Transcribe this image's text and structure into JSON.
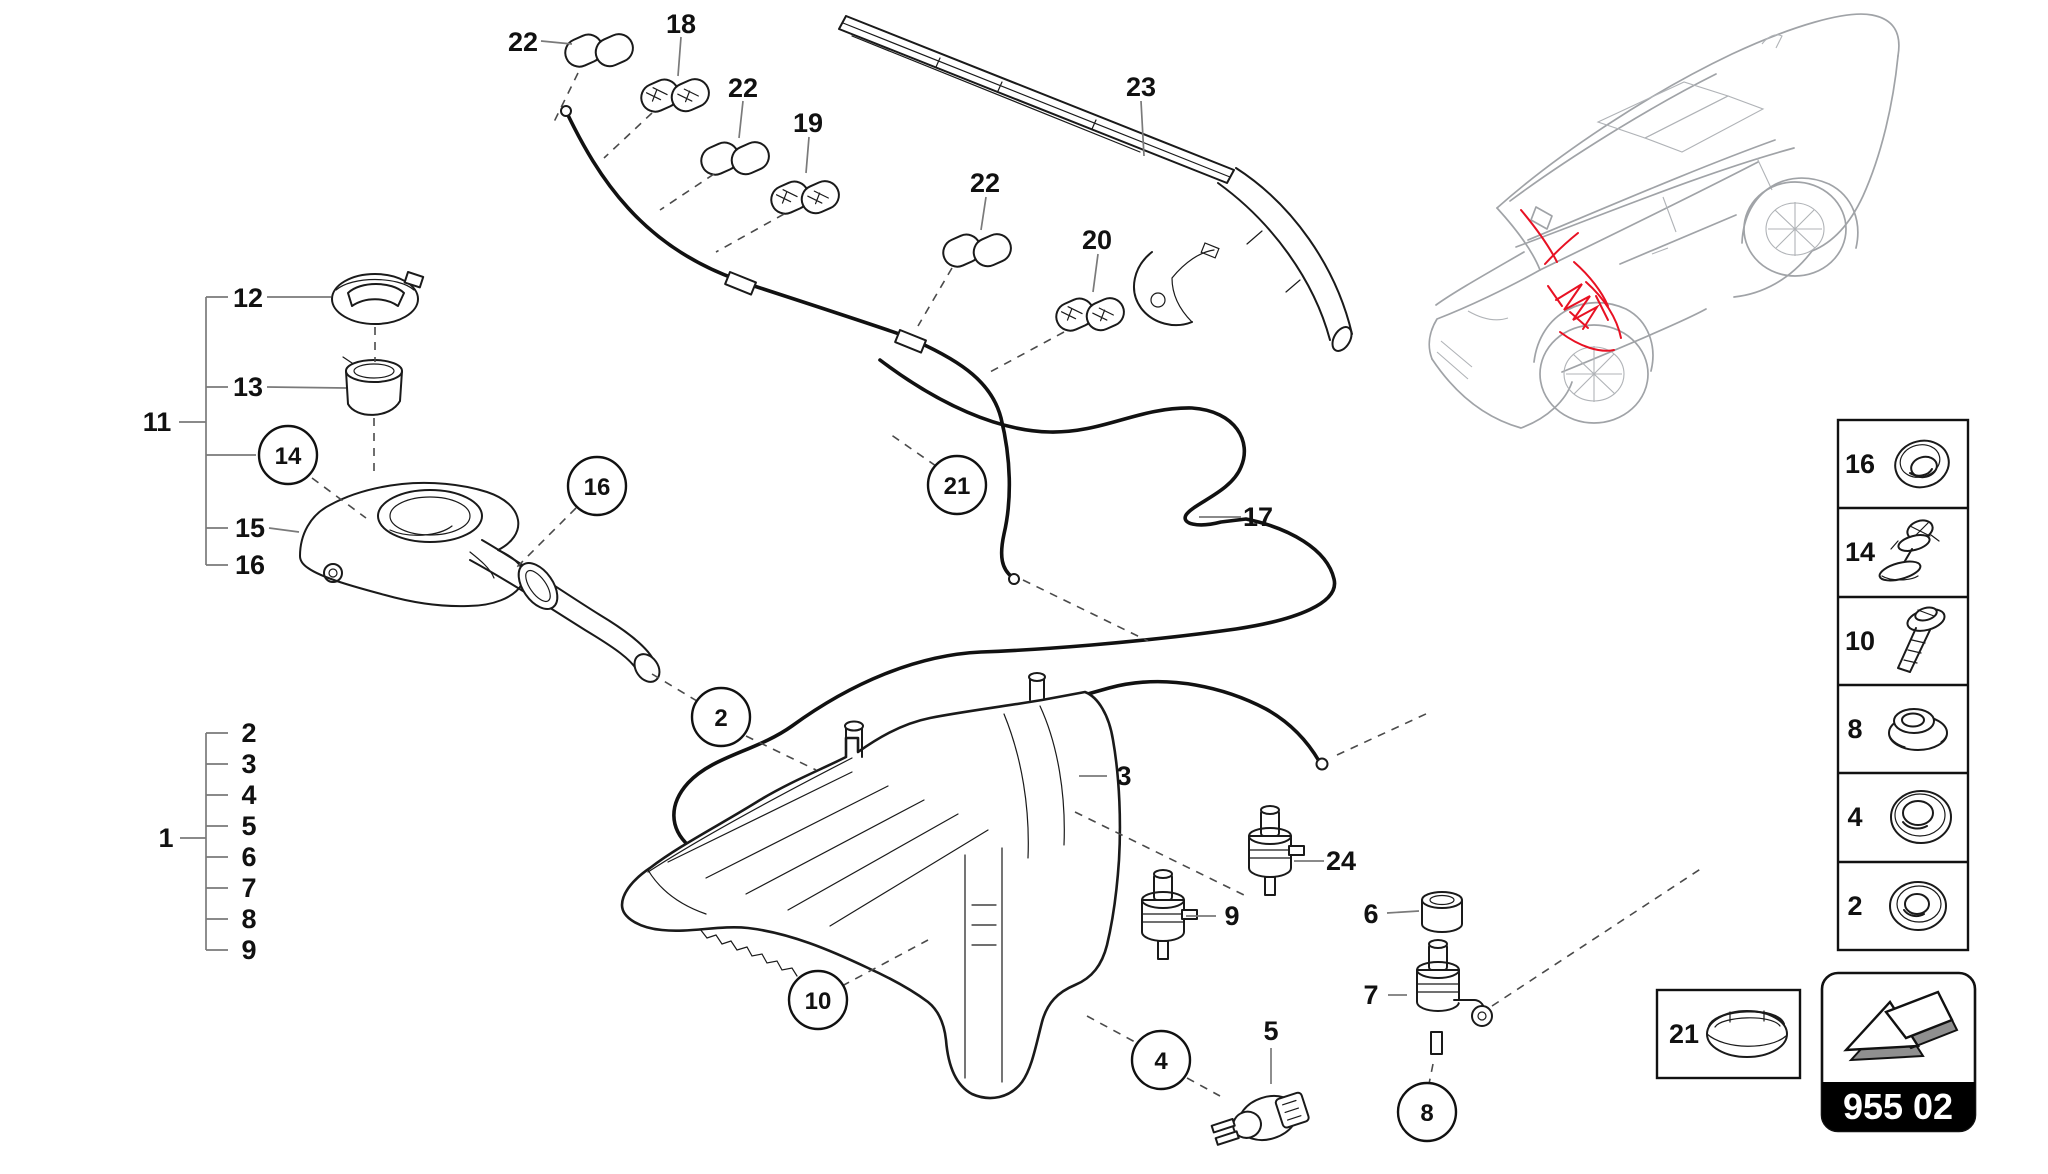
{
  "diagram": {
    "section_code": "955 02",
    "colors": {
      "ink": "#1a1a1a",
      "leader": "#7a7a7a",
      "car_outline": "#a0a3a7",
      "highlight": "#e81123",
      "badge_bg": "#000000",
      "badge_text": "#ffffff",
      "background": "#ffffff"
    },
    "callouts": {
      "clip_a": "22",
      "clip_b": "22",
      "clip_c": "22",
      "clip_18": "18",
      "clip_19": "19",
      "clip_20": "20",
      "wiper_blade": "23",
      "hose_rear": "17",
      "tank": "3",
      "pump_front": "9",
      "pump_rear": "24",
      "pump_head": "7",
      "grommet": "6",
      "level_sensor": "5"
    },
    "circled_callouts": {
      "hose_clamp": "16",
      "hose_union": "2",
      "hose_front": "21",
      "screw": "10",
      "seal": "4",
      "grommet_pump": "8"
    },
    "legend_list": {
      "label": "1",
      "items": [
        "2",
        "3",
        "4",
        "5",
        "6",
        "7",
        "8",
        "9"
      ]
    },
    "group_list": {
      "label": "11",
      "items": [
        "12",
        "13",
        "14",
        "15",
        "16"
      ]
    },
    "parts_table": {
      "rows": [
        {
          "number": "16",
          "icon": "grommet-ring-icon"
        },
        {
          "number": "14",
          "icon": "expanding-rivet-icon"
        },
        {
          "number": "10",
          "icon": "screw-icon"
        },
        {
          "number": "8",
          "icon": "grommet-icon"
        },
        {
          "number": "4",
          "icon": "seal-ring-icon"
        },
        {
          "number": "2",
          "icon": "ring-gasket-icon"
        }
      ]
    },
    "inset_box": {
      "label": "21",
      "icon": "cap-icon"
    }
  }
}
